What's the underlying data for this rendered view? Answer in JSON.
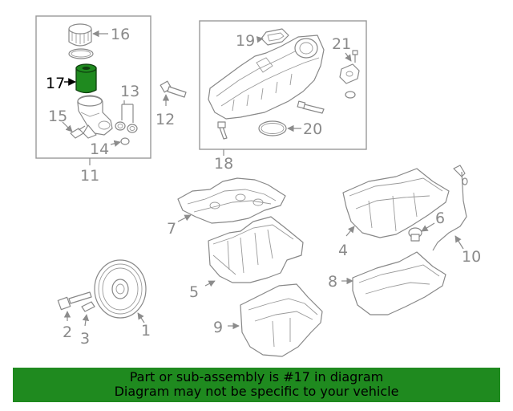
{
  "callouts": {
    "c1": "1",
    "c2": "2",
    "c3": "3",
    "c4": "4",
    "c5": "5",
    "c6": "6",
    "c7": "7",
    "c8": "8",
    "c9": "9",
    "c10": "10",
    "c11": "11",
    "c12": "12",
    "c13": "13",
    "c14": "14",
    "c15": "15",
    "c16": "16",
    "c17": "17",
    "c18": "18",
    "c19": "19",
    "c20": "20",
    "c21": "21"
  },
  "highlighted_part": "17",
  "banner": {
    "line1": "Part or sub-assembly is #17 in diagram",
    "line2": "Diagram may not be specific to your vehicle"
  },
  "colors": {
    "banner_bg": "#1f8a1f",
    "highlight": "#1f8a1f",
    "line_art": "#888888"
  }
}
